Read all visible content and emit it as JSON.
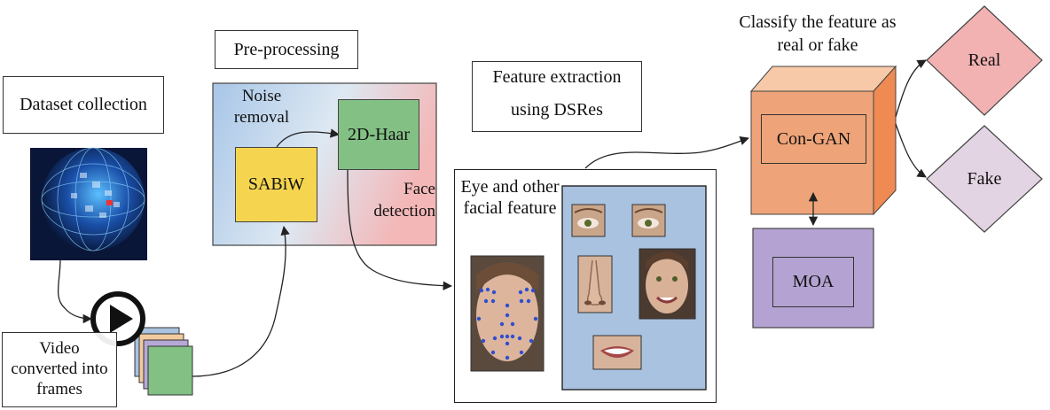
{
  "dataset": {
    "label": "Dataset collection"
  },
  "video": {
    "label": "Video converted into frames"
  },
  "preprocessing": {
    "title": "Pre-processing",
    "noise_label": "Noise removal",
    "sabiw": "SABiW",
    "haar": "2D-Haar",
    "face_label": "Face detection"
  },
  "feature": {
    "title_line1": "Feature extraction",
    "title_line2": "using DSRes",
    "eye_label": "Eye and other facial feature"
  },
  "classify": {
    "title": "Classify the feature as real or fake",
    "congan": "Con-GAN",
    "moa": "MOA",
    "real": "Real",
    "fake": "Fake"
  },
  "colors": {
    "sabiw": "#f5d54f",
    "haar": "#82c084",
    "cube_front": "#eea478",
    "cube_top": "#f8c9a8",
    "cube_side": "#ee8a52",
    "moa": "#b4a3d2",
    "real": "#f2b2b2",
    "fake": "#e3d4e3",
    "face_panel": "#a9c2e0"
  }
}
